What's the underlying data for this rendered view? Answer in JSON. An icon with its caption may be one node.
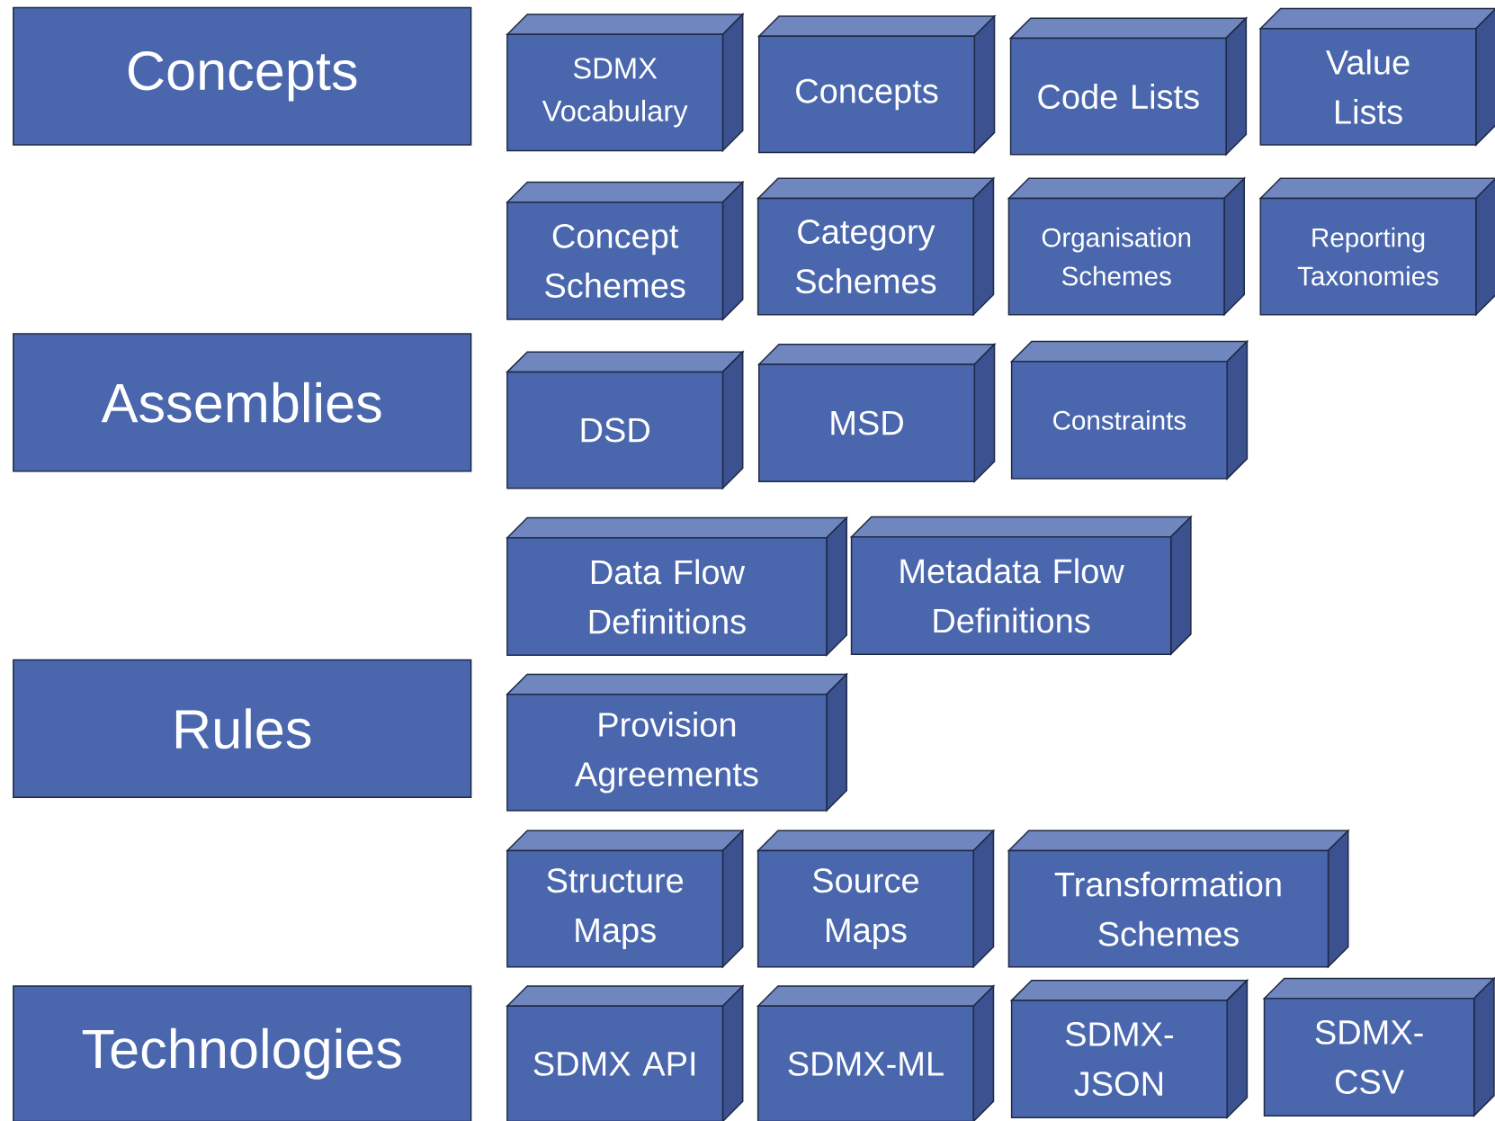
{
  "diagram": {
    "nodes": [
      {
        "text": [
          "Concepts"
        ]
      },
      {
        "text": [
          "SDMX Vocabulary"
        ]
      },
      {
        "text": [
          "Concepts"
        ]
      },
      {
        "text": [
          "Code Lists"
        ]
      },
      {
        "text": [
          "Value Lists"
        ]
      },
      {
        "text": [
          "Concept Schemes"
        ]
      },
      {
        "text": [
          "Category Schemes"
        ]
      },
      {
        "text": [
          "Organisation Schemes"
        ]
      },
      {
        "text": [
          "Reporting Taxonomies"
        ]
      },
      {
        "text": [
          "Assemblies"
        ]
      },
      {
        "text": [
          "DSD"
        ]
      },
      {
        "text": [
          "MSD"
        ]
      },
      {
        "text": [
          "Constraints"
        ]
      },
      {
        "text": [
          "Data Flow Definitions"
        ]
      },
      {
        "text": [
          "Metadata Flow Definitions"
        ]
      },
      {
        "text": [
          "Rules"
        ]
      },
      {
        "text": [
          "Provision Agreements"
        ]
      },
      {
        "text": [
          "Structure Maps"
        ]
      },
      {
        "text": [
          "Source Maps"
        ]
      },
      {
        "text": [
          "Transformation Schemes"
        ]
      },
      {
        "text": [
          "Technologies"
        ]
      },
      {
        "text": [
          "SDMX API"
        ]
      },
      {
        "text": [
          "SDMX-ML"
        ]
      },
      {
        "text": [
          "SDMX-JSON"
        ]
      },
      {
        "text": [
          "SDMX-CSV"
        ]
      }
    ]
  }
}
